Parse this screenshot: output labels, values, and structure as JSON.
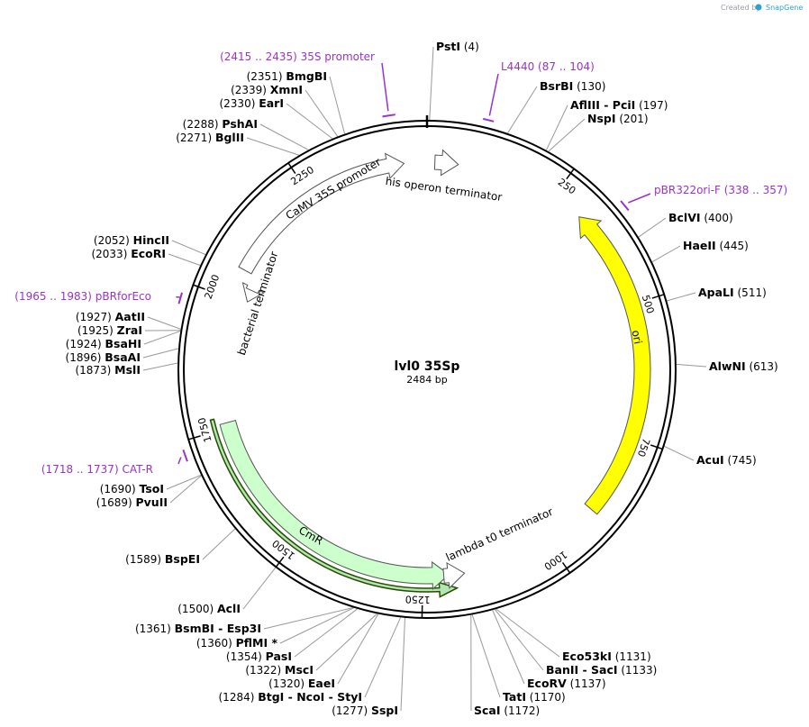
{
  "credit": {
    "prefix": "Created by",
    "brand": "SnapGene"
  },
  "plasmid": {
    "name": "lvl0 35Sp",
    "length_label": "2484 bp",
    "length": 2484
  },
  "ticks": [
    {
      "pos": 250,
      "label": "250"
    },
    {
      "pos": 500,
      "label": "500"
    },
    {
      "pos": 750,
      "label": "750"
    },
    {
      "pos": 1000,
      "label": "1000"
    },
    {
      "pos": 1250,
      "label": "1250"
    },
    {
      "pos": 1500,
      "label": "1500"
    },
    {
      "pos": 1750,
      "label": "1750"
    },
    {
      "pos": 2000,
      "label": "2000"
    },
    {
      "pos": 2250,
      "label": "2250"
    }
  ],
  "sites": [
    {
      "pos": 4,
      "pos_label": "(4)",
      "name": "PstI"
    },
    {
      "pos": 130,
      "pos_label": "(130)",
      "name": "BsrBI"
    },
    {
      "pos": 197,
      "pos_label": "(197)",
      "name": "AflIII  -  PciI"
    },
    {
      "pos": 201,
      "pos_label": "(201)",
      "name": "NspI"
    },
    {
      "pos": 400,
      "pos_label": "(400)",
      "name": "BclVI"
    },
    {
      "pos": 445,
      "pos_label": "(445)",
      "name": "HaeII"
    },
    {
      "pos": 511,
      "pos_label": "(511)",
      "name": "ApaLI"
    },
    {
      "pos": 613,
      "pos_label": "(613)",
      "name": "AlwNI"
    },
    {
      "pos": 745,
      "pos_label": "(745)",
      "name": "AcuI"
    },
    {
      "pos": 1131,
      "pos_label": "(1131)",
      "name": "Eco53kI"
    },
    {
      "pos": 1133,
      "pos_label": "(1133)",
      "name": "BanII  -  SacI"
    },
    {
      "pos": 1137,
      "pos_label": "(1137)",
      "name": "EcoRV"
    },
    {
      "pos": 1170,
      "pos_label": "(1170)",
      "name": "TatI"
    },
    {
      "pos": 1172,
      "pos_label": "(1172)",
      "name": "ScaI"
    },
    {
      "pos": 1277,
      "pos_label": "(1277)",
      "name": "SspI"
    },
    {
      "pos": 1284,
      "pos_label": "(1284)",
      "name": "BtgI  -  NcoI  -  StyI"
    },
    {
      "pos": 1320,
      "pos_label": "(1320)",
      "name": "EaeI"
    },
    {
      "pos": 1322,
      "pos_label": "(1322)",
      "name": "MscI"
    },
    {
      "pos": 1354,
      "pos_label": "(1354)",
      "name": "PasI"
    },
    {
      "pos": 1360,
      "pos_label": "(1360)",
      "name": "PflMI *"
    },
    {
      "pos": 1361,
      "pos_label": "(1361)",
      "name": "BsmBI  -  Esp3I"
    },
    {
      "pos": 1500,
      "pos_label": "(1500)",
      "name": "AclI"
    },
    {
      "pos": 1589,
      "pos_label": "(1589)",
      "name": "BspEI"
    },
    {
      "pos": 1689,
      "pos_label": "(1689)",
      "name": "PvuII"
    },
    {
      "pos": 1690,
      "pos_label": "(1690)",
      "name": "TsoI"
    },
    {
      "pos": 1873,
      "pos_label": "(1873)",
      "name": "MslI"
    },
    {
      "pos": 1896,
      "pos_label": "(1896)",
      "name": "BsaAI"
    },
    {
      "pos": 1924,
      "pos_label": "(1924)",
      "name": "BsaHI"
    },
    {
      "pos": 1925,
      "pos_label": "(1925)",
      "name": "ZraI"
    },
    {
      "pos": 1927,
      "pos_label": "(1927)",
      "name": "AatII"
    },
    {
      "pos": 2033,
      "pos_label": "(2033)",
      "name": "EcoRI"
    },
    {
      "pos": 2052,
      "pos_label": "(2052)",
      "name": "HincII"
    },
    {
      "pos": 2271,
      "pos_label": "(2271)",
      "name": "BglII"
    },
    {
      "pos": 2288,
      "pos_label": "(2288)",
      "name": "PshAI"
    },
    {
      "pos": 2330,
      "pos_label": "(2330)",
      "name": "EarI"
    },
    {
      "pos": 2339,
      "pos_label": "(2339)",
      "name": "XmnI"
    },
    {
      "pos": 2351,
      "pos_label": "(2351)",
      "name": "BmgBI"
    }
  ],
  "primers": [
    {
      "start": 87,
      "end": 104,
      "range": "(87 .. 104)",
      "name": "L4440"
    },
    {
      "start": 338,
      "end": 357,
      "range": "(338 .. 357)",
      "name": "pBR322ori-F"
    },
    {
      "start": 1965,
      "end": 1983,
      "range": "(1965 .. 1983)",
      "name": "pBRforEco"
    },
    {
      "start": 1718,
      "end": 1737,
      "range": "(1718 .. 1737)",
      "name": "CAT-R"
    },
    {
      "start": 2415,
      "end": 2435,
      "range": "(2415 .. 2435)",
      "name": "35S promoter"
    }
  ],
  "features": [
    {
      "name": "ori",
      "start": 310,
      "end": 900,
      "dir": "rev",
      "color": "#ffff00"
    },
    {
      "name": "CmR",
      "start": 1200,
      "end": 1760,
      "dir": "rev",
      "color": "#ccffcc"
    },
    {
      "name": "lambda t0 terminator",
      "start": 1170,
      "end": 1210,
      "dir": "rev",
      "color": "#ffffff"
    },
    {
      "name": "bacterial terminator",
      "start": 2005,
      "end": 2030,
      "dir": "rev",
      "color": "#ffffff"
    },
    {
      "name": "CaMV 35S promoter",
      "start": 2060,
      "end": 2440,
      "dir": "fwd",
      "color": "#ffffff"
    },
    {
      "name": "his operon terminator",
      "start": 15,
      "end": 60,
      "dir": "fwd",
      "color": "#ffffff"
    }
  ],
  "colors": {
    "primer": "#9933cc",
    "backbone": "#000000",
    "ori": "#ffff00",
    "cmr": "#ccffcc",
    "orf": "#1a3300"
  }
}
